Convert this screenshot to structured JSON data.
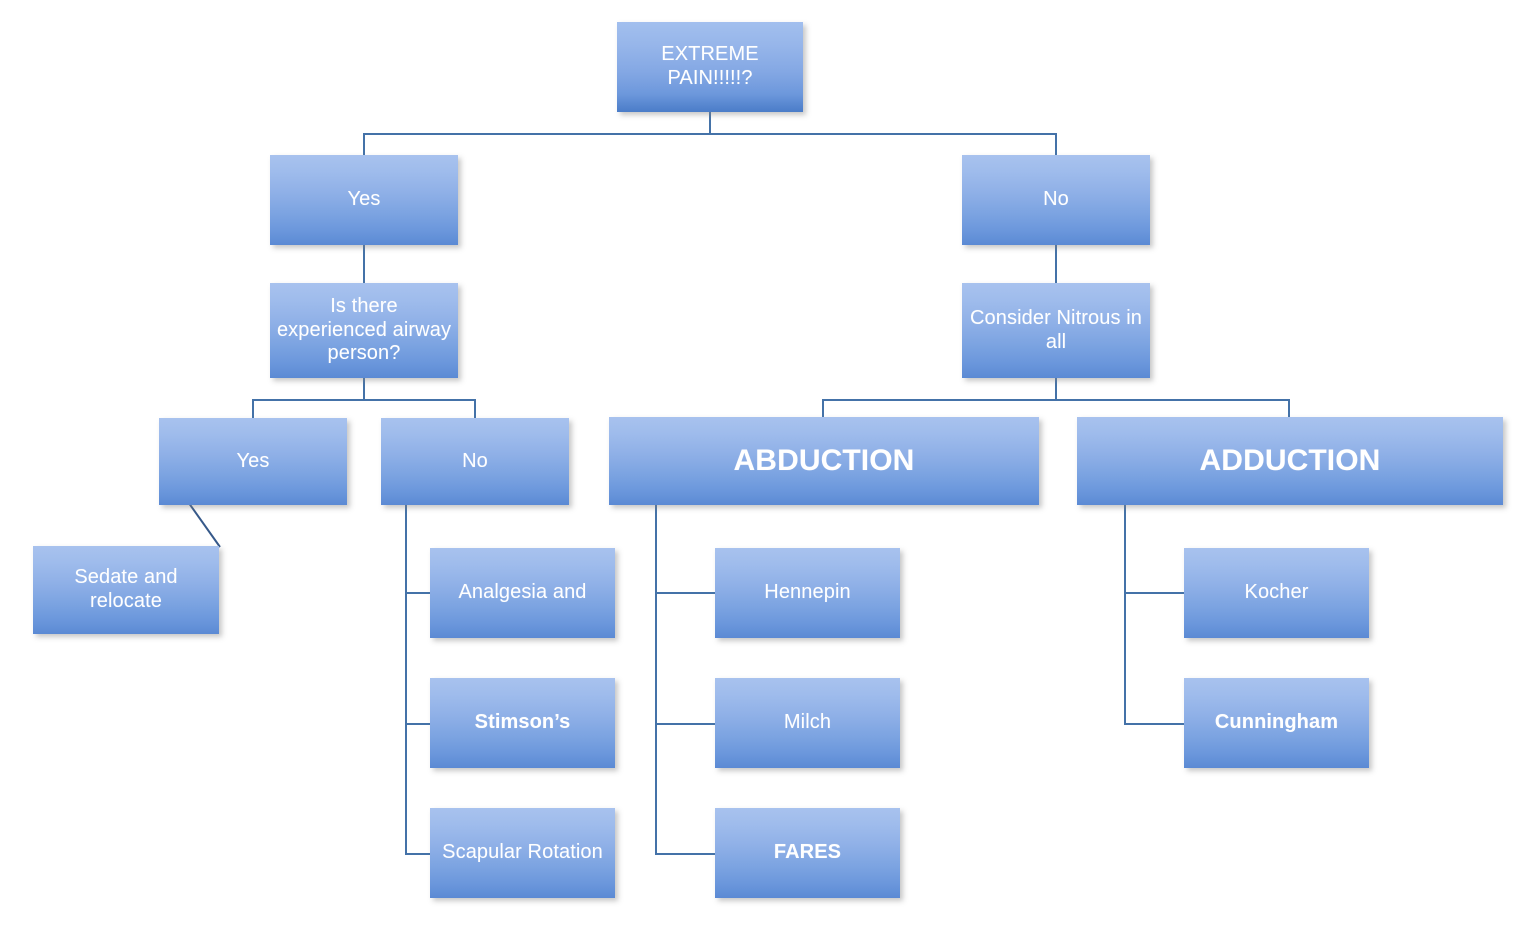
{
  "diagram": {
    "title": "Shoulder dislocation reduction decision flowchart",
    "accent_color": "#7ba3e1",
    "line_color": "#4472a8",
    "text_color": "#ffffff",
    "background_color": "#ffffff"
  },
  "nodes": {
    "root": {
      "label": "EXTREME PAIN!!!!!?"
    },
    "pain_yes": {
      "label": "Yes"
    },
    "pain_no": {
      "label": "No"
    },
    "airway_question": {
      "label": "Is there experienced airway person?"
    },
    "nitrous": {
      "label": "Consider Nitrous in all"
    },
    "airway_yes": {
      "label": "Yes"
    },
    "airway_no": {
      "label": "No"
    },
    "abduction": {
      "label": "ABDUCTION"
    },
    "adduction": {
      "label": "ADDUCTION"
    },
    "sedate_relocate": {
      "label": "Sedate and relocate"
    },
    "analgesia": {
      "label": "Analgesia and"
    },
    "stimsons": {
      "label": "Stimson’s"
    },
    "scapular_rotation": {
      "label": "Scapular Rotation"
    },
    "hennepin": {
      "label": "Hennepin"
    },
    "milch": {
      "label": "Milch"
    },
    "fares": {
      "label": "FARES"
    },
    "kocher": {
      "label": "Kocher"
    },
    "cunningham": {
      "label": "Cunningham"
    }
  }
}
